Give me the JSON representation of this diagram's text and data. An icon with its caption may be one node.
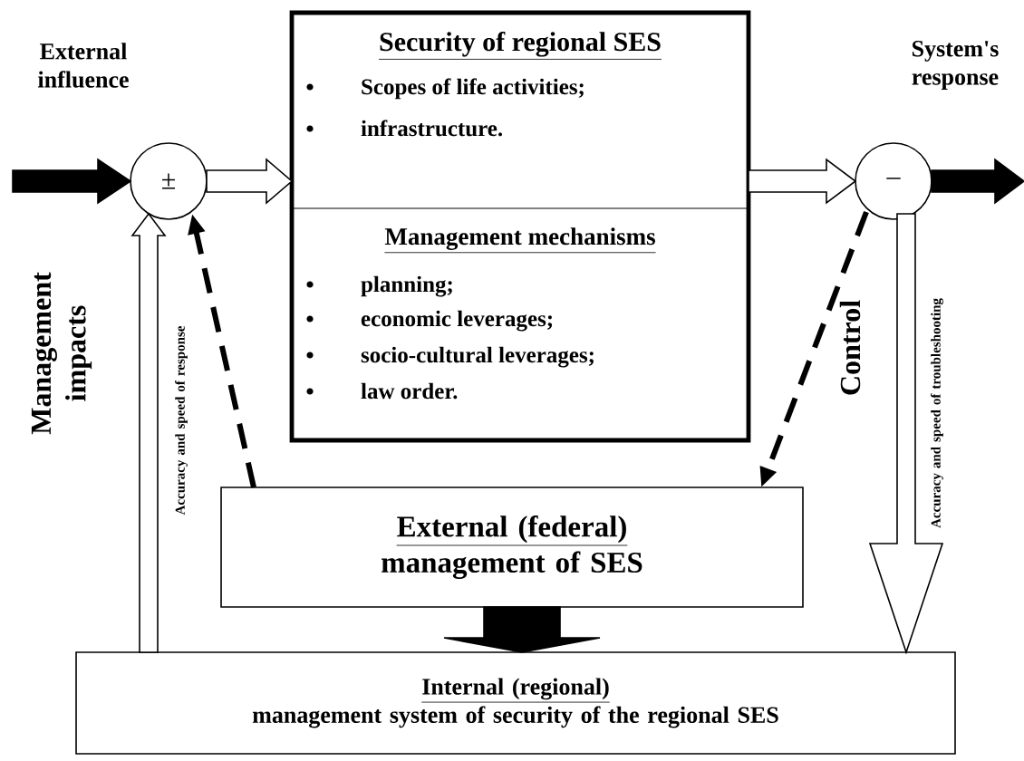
{
  "diagram": {
    "nodes": [
      {
        "text": [
          "±"
        ]
      },
      {
        "text": [
          "Security of regional SES",
          "Scopes of life activities;",
          "infrastructure.",
          "Management mechanisms",
          "planning;",
          "economic leverages;",
          "socio-cultural leverages;",
          "law order."
        ]
      },
      {
        "text": [
          "–"
        ]
      },
      {
        "text": [
          "External (federal)",
          "management of SES"
        ]
      },
      {
        "text": [
          "Internal (regional)",
          "management system of security of the regional SES"
        ]
      }
    ],
    "edges": [
      {
        "from": null,
        "to": 0,
        "arrow": "to",
        "style": "thick"
      },
      {
        "from": 0,
        "to": 1,
        "arrow": "to"
      },
      {
        "from": 1,
        "to": 2,
        "arrow": "to"
      },
      {
        "from": 2,
        "to": null,
        "arrow": "to",
        "style": "thick"
      },
      {
        "from": 4,
        "to": 0,
        "arrow": "to"
      },
      {
        "from": 3,
        "to": 0,
        "arrow": "to",
        "style": "dashed"
      },
      {
        "from": 2,
        "to": 3,
        "arrow": "to",
        "style": "dashed"
      },
      {
        "from": 2,
        "to": 4,
        "arrow": "to"
      },
      {
        "from": 3,
        "to": 4,
        "arrow": "to",
        "style": "thick"
      }
    ],
    "labels": [
      "External influence",
      "System's response",
      "Management impacts",
      "Accuracy and speed of response",
      "Control",
      "Accuracy and speed of troubleshooting"
    ]
  }
}
